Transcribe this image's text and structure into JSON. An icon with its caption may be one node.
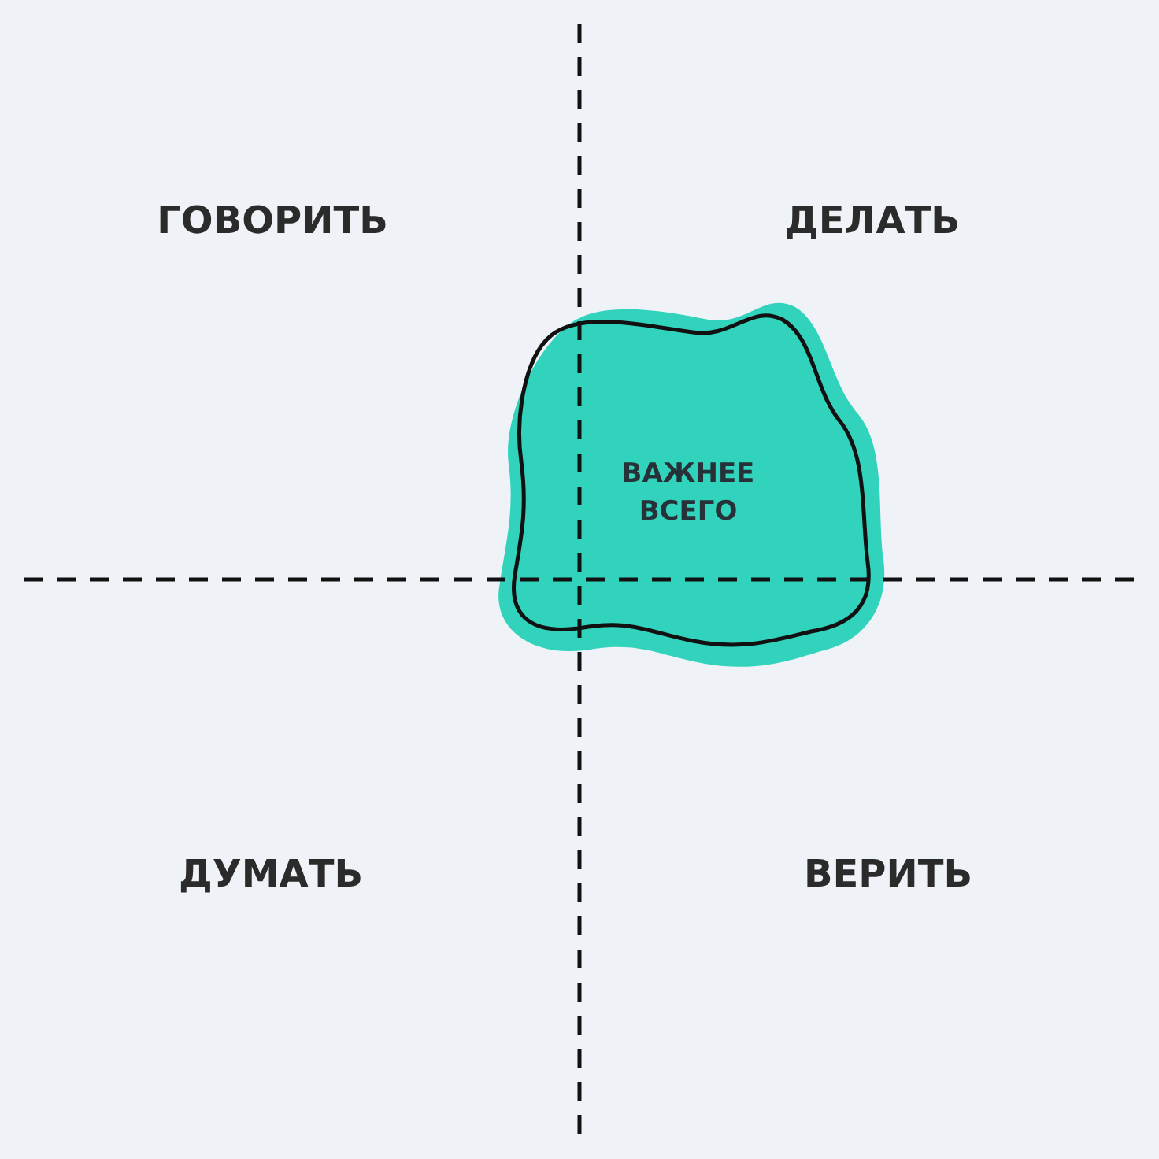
{
  "diagram": {
    "nodes": [
      {
        "text": [
          "ВАЖНЕЕ ВСЕГО"
        ]
      }
    ],
    "labels": [
      "ГОВОРИТЬ",
      "ДЕЛАТЬ",
      "ДУМАТЬ",
      "ВЕРИТЬ"
    ]
  }
}
